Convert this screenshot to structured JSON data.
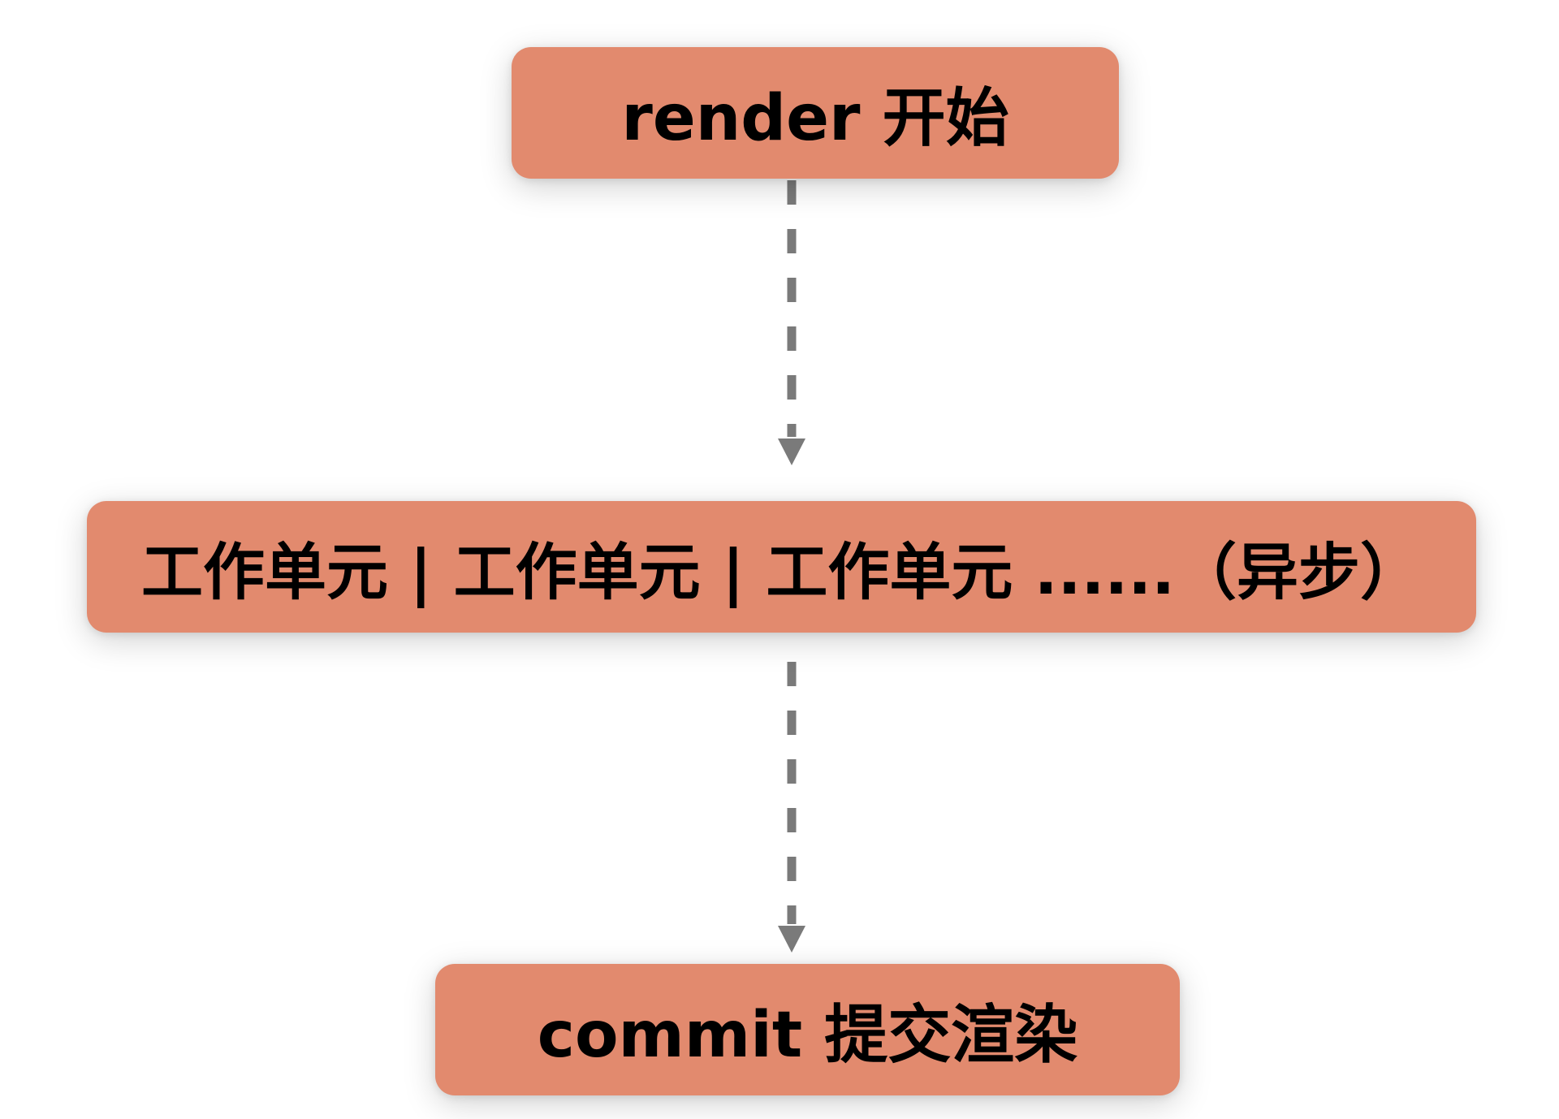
{
  "colors": {
    "node_fill": "#e28a6e",
    "edge": "#7a7a7a",
    "text": "#000000"
  },
  "nodes": [
    {
      "id": "render",
      "label": "render 开始"
    },
    {
      "id": "work",
      "label": "工作单元 | 工作单元 | 工作单元 ......（异步）"
    },
    {
      "id": "commit",
      "label": "commit 提交渲染"
    }
  ],
  "edges": [
    {
      "from": "render",
      "to": "work",
      "style": "dashed",
      "arrow": "triangle"
    },
    {
      "from": "work",
      "to": "commit",
      "style": "dashed",
      "arrow": "triangle"
    }
  ]
}
